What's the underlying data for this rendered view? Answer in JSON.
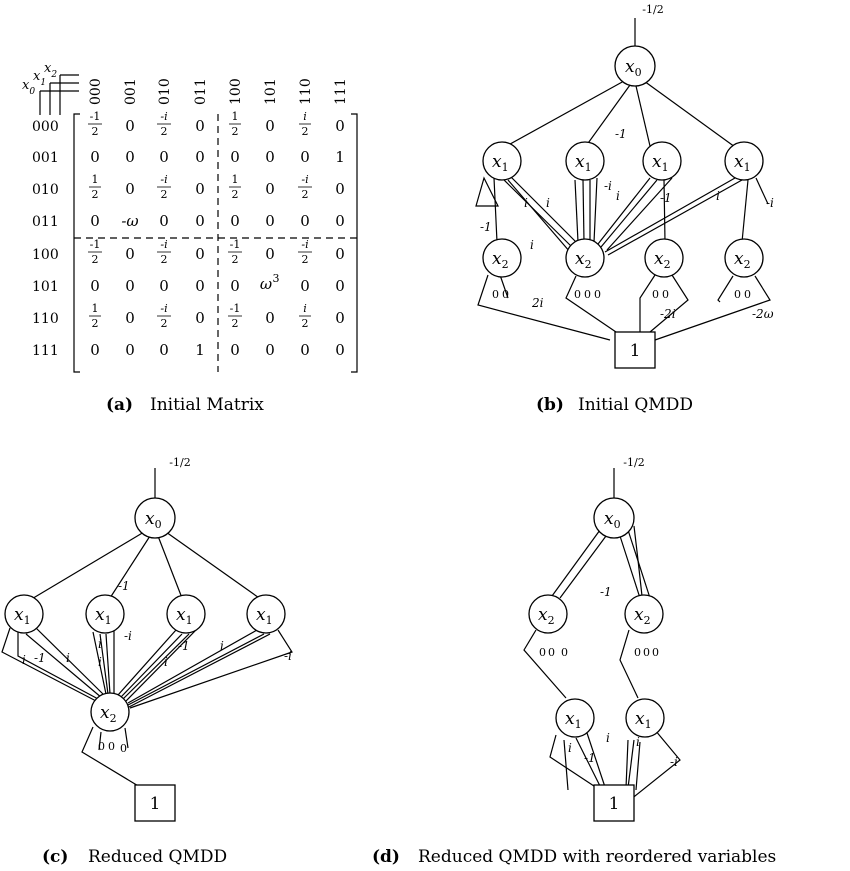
{
  "matrix": {
    "row_vars": [
      "x0",
      "x1",
      "x2"
    ],
    "col_headers": [
      "000",
      "001",
      "010",
      "011",
      "100",
      "101",
      "110",
      "111"
    ],
    "row_headers": [
      "000",
      "001",
      "010",
      "011",
      "100",
      "101",
      "110",
      "111"
    ],
    "rows": [
      [
        "-1/2",
        "0",
        "-i/2",
        "0",
        "1/2",
        "0",
        "i/2",
        "0"
      ],
      [
        "0",
        "0",
        "0",
        "0",
        "0",
        "0",
        "0",
        "1"
      ],
      [
        "1/2",
        "0",
        "-i/2",
        "0",
        "1/2",
        "0",
        "-i/2",
        "0"
      ],
      [
        "0",
        "-ω",
        "0",
        "0",
        "0",
        "0",
        "0",
        "0"
      ],
      [
        "-1/2",
        "0",
        "-i/2",
        "0",
        "-1/2",
        "0",
        "-i/2",
        "0"
      ],
      [
        "0",
        "0",
        "0",
        "0",
        "0",
        "ω^3",
        "0",
        "0"
      ],
      [
        "1/2",
        "0",
        "-i/2",
        "0",
        "-1/2",
        "0",
        "i/2",
        "0"
      ],
      [
        "0",
        "0",
        "0",
        "1",
        "0",
        "0",
        "0",
        "0"
      ]
    ]
  },
  "diagrams": {
    "root_weight": "-1/2",
    "terminal": "1",
    "b": {
      "edge_labels": [
        "-1",
        "-i",
        "i",
        "i",
        "i",
        "-1",
        "i",
        "-i",
        "-1",
        "i",
        "2i",
        "-2i",
        "-2ω"
      ],
      "zeros": [
        "0",
        "0",
        "0",
        "0",
        "0",
        "0",
        "0",
        "0",
        "0"
      ]
    },
    "c": {
      "edge_labels": [
        "-1",
        "-i",
        "i",
        "-1",
        "i",
        "i",
        "i",
        "-1",
        "i",
        "i",
        "-i"
      ],
      "zeros": [
        "0",
        "0",
        "0"
      ]
    },
    "d": {
      "edge_labels": [
        "-1",
        "i",
        "-1",
        "i",
        "i",
        "-i"
      ],
      "zeros": [
        "0",
        "0",
        "0",
        "0",
        "0",
        "0"
      ]
    }
  },
  "captions": {
    "a": {
      "tag": "(a)",
      "text": "Initial Matrix"
    },
    "b": {
      "tag": "(b)",
      "text": "Initial QMDD"
    },
    "c": {
      "tag": "(c)",
      "text": "Reduced QMDD"
    },
    "d": {
      "tag": "(d)",
      "text": "Reduced QMDD with reordered variables"
    }
  }
}
